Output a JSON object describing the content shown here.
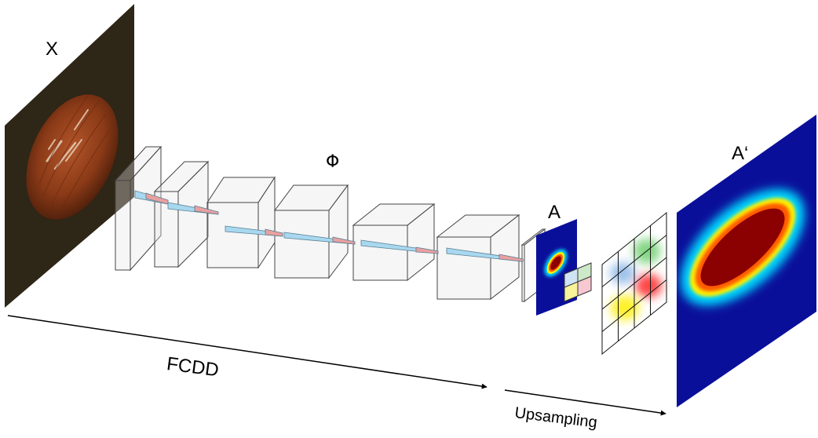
{
  "labels": {
    "input": "X",
    "network": "Φ",
    "heatmap": "A",
    "upsampled": "A‘",
    "fcdd": "FCDD",
    "upsampling": "Upsampling"
  },
  "colors": {
    "heatmap_background": "#0a0f9a",
    "heatmap_hot": "#8b0000",
    "layer_edge": "#444444",
    "kernel_blue": "#a8d8ef",
    "kernel_red": "#e9a0a0"
  },
  "icons": {
    "input_image": "hazelnut-photo",
    "blur_kernel": "gaussian-kernel-grid"
  }
}
